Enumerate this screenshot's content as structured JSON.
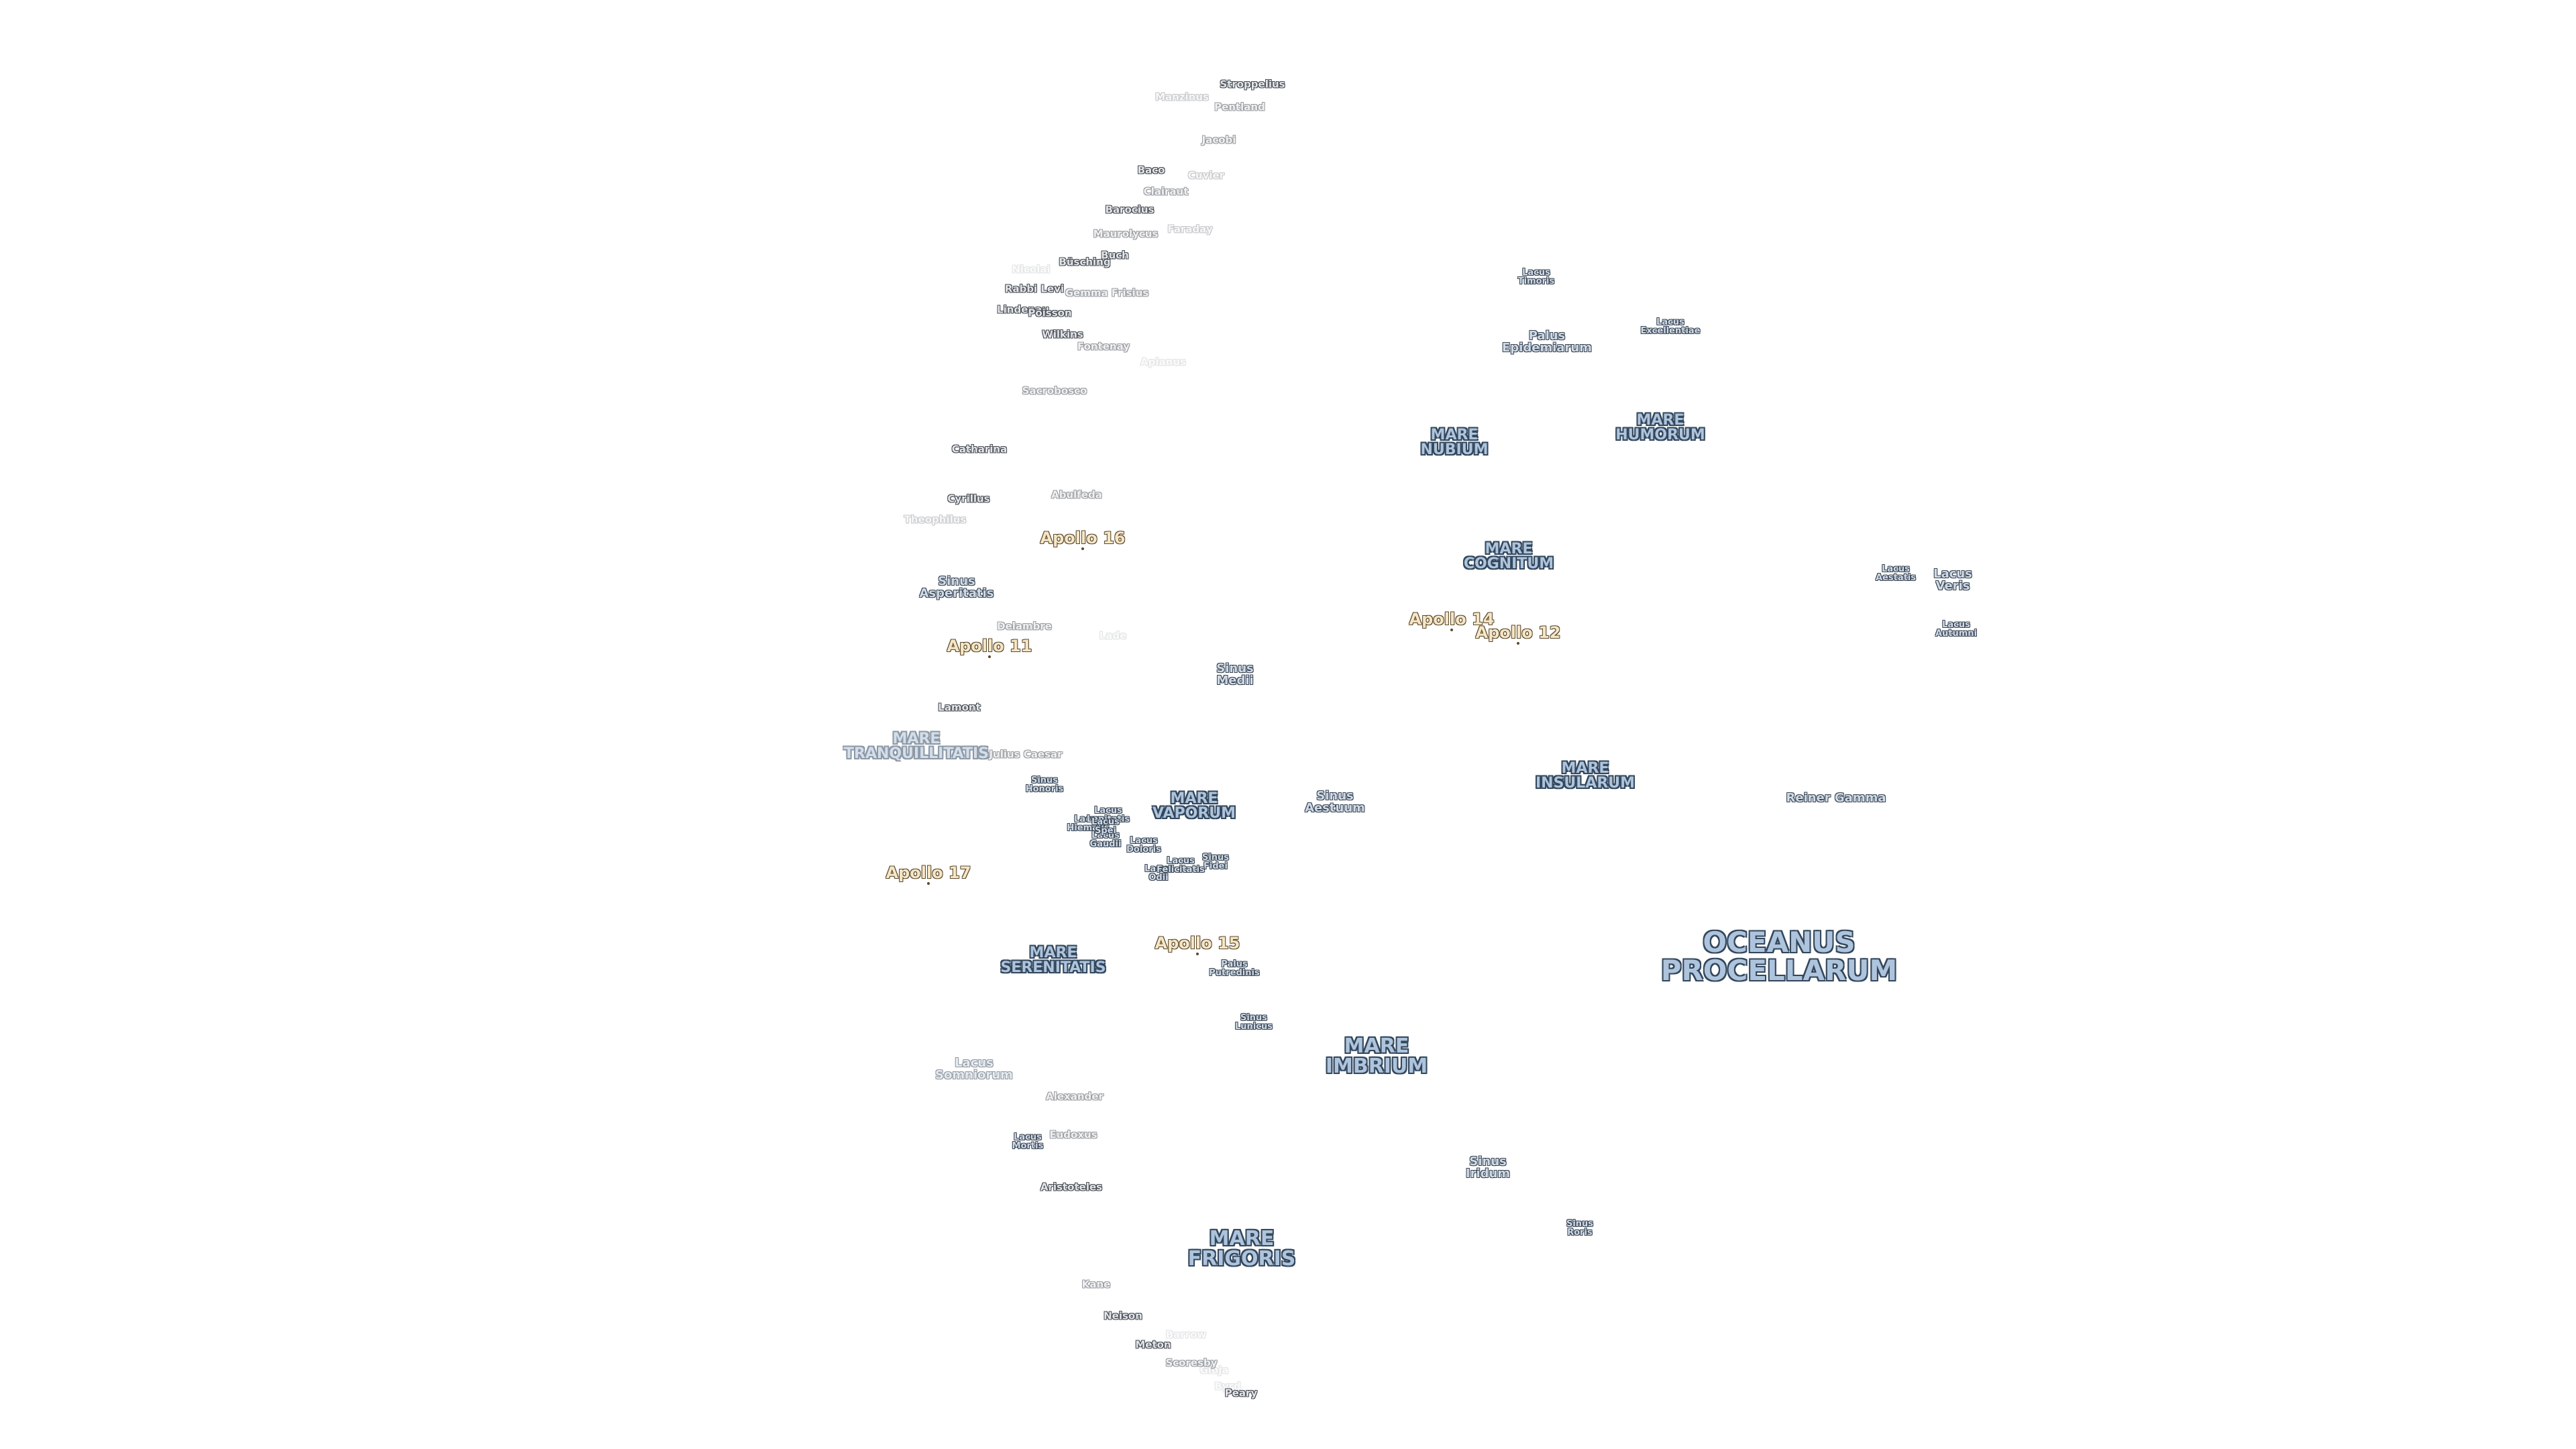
{
  "maria": {
    "oceanus_procellarum": "OCEANUS\nPROCELLARUM",
    "mare_imbrium": "MARE\nIMBRIUM",
    "mare_frigoris": "MARE\nFRIGORIS",
    "mare_serenitatis": "MARE\nSERENITATIS",
    "mare_tranquillitatis": "MARE\nTRANQUILLITATIS",
    "mare_nubium": "MARE\nNUBIUM",
    "mare_humorum": "MARE\nHUMORUM",
    "mare_cognitum": "MARE\nCOGNITUM",
    "mare_insularum": "MARE\nINSULARUM",
    "mare_vaporum": "MARE\nVAPORUM"
  },
  "features": {
    "palus_epidemiarum": "Palus\nEpidemiarum",
    "lacus_timoris": "Lacus\nTimoris",
    "lacus_excellentiae": "Lacus\nExcellentiae",
    "lacus_veris": "Lacus\nVeris",
    "lacus_autumni": "Lacus\nAutumni",
    "lacus_aestatis": "Lacus\nAestatis",
    "sinus_medii": "Sinus\nMedii",
    "sinus_aestuum": "Sinus\nAestuum",
    "sinus_asperitatis": "Sinus\nAsperitatis",
    "sinus_honoris": "Sinus\nHonoris",
    "sinus_fidei": "Sinus\nFidei",
    "sinus_lunicus": "Sinus\nLunicus",
    "sinus_iridum": "Sinus\nIridum",
    "sinus_roris": "Sinus\nRoris",
    "palus_putredinis": "Palus\nPutredinis",
    "lacus_somniorum": "Lacus\nSomniorum",
    "lacus_mortis": "Lacus\nMortis",
    "lacus_doloris": "Lacus\nDoloris",
    "lacus_gaudii": "Lacus\nGaudii",
    "lacus_hiemalis": "Lacus\nHiemalis",
    "lacus_lenitatis": "Lacus\nLenitatis",
    "lacus_odii": "Lacus\nOdii",
    "lacus_felicitatis": "Lacus\nFelicitatis",
    "lacus_spei": "Lacus\nSpei",
    "reiner_gamma": "Reiner Gamma"
  },
  "craters": {
    "stroppelius": "Stroppelius",
    "maraldi_top": "Manzinus",
    "pentland": "Pentland",
    "jacobi": "Jacobi",
    "baco": "Baco",
    "cuvier": "Cuvier",
    "clairaut": "Clairaut",
    "barocius": "Barocius",
    "maurolycus": "Maurolycus",
    "faraday": "Faraday",
    "buch": "Buch",
    "busching": "Büsching",
    "nicolai": "Nicolai",
    "rabbi_levi": "Rabbi Levi",
    "gemma_frisius": "Gemma Frisius",
    "lindenau": "Lindenau",
    "poisson": "Poisson",
    "wilkins": "Wilkins",
    "fontenay": "Fontenay",
    "apianus": "Apianus",
    "sacrobosco": "Sacrobosco",
    "catharina": "Catharina",
    "cyrillus": "Cyrillus",
    "abulfeda": "Abulfeda",
    "theophilus": "Theophilus",
    "delambre": "Delambre",
    "lade": "Lade",
    "lamont": "Lamont",
    "julius_caesar": "Julius Caesar",
    "alexander": "Alexander",
    "eudoxus": "Eudoxus",
    "aristoteles": "Aristoteles",
    "kane": "Kane",
    "neison": "Neison",
    "meton": "Meton",
    "barrow": "Barrow",
    "scoresby": "Scoresby",
    "gioja": "Gioja",
    "byrd": "Byrd",
    "peary": "Peary"
  },
  "apollo_sites": {
    "apollo_11": "Apollo 11",
    "apollo_12": "Apollo 12",
    "apollo_14": "Apollo 14",
    "apollo_15": "Apollo 15",
    "apollo_16": "Apollo 16",
    "apollo_17": "Apollo 17"
  },
  "colors": {
    "background": "#ffffff",
    "mare_label": "#aec4dc",
    "mare_halo": "#33475c",
    "apollo_label": "#f6e6c4",
    "apollo_halo": "#5a4a30"
  }
}
